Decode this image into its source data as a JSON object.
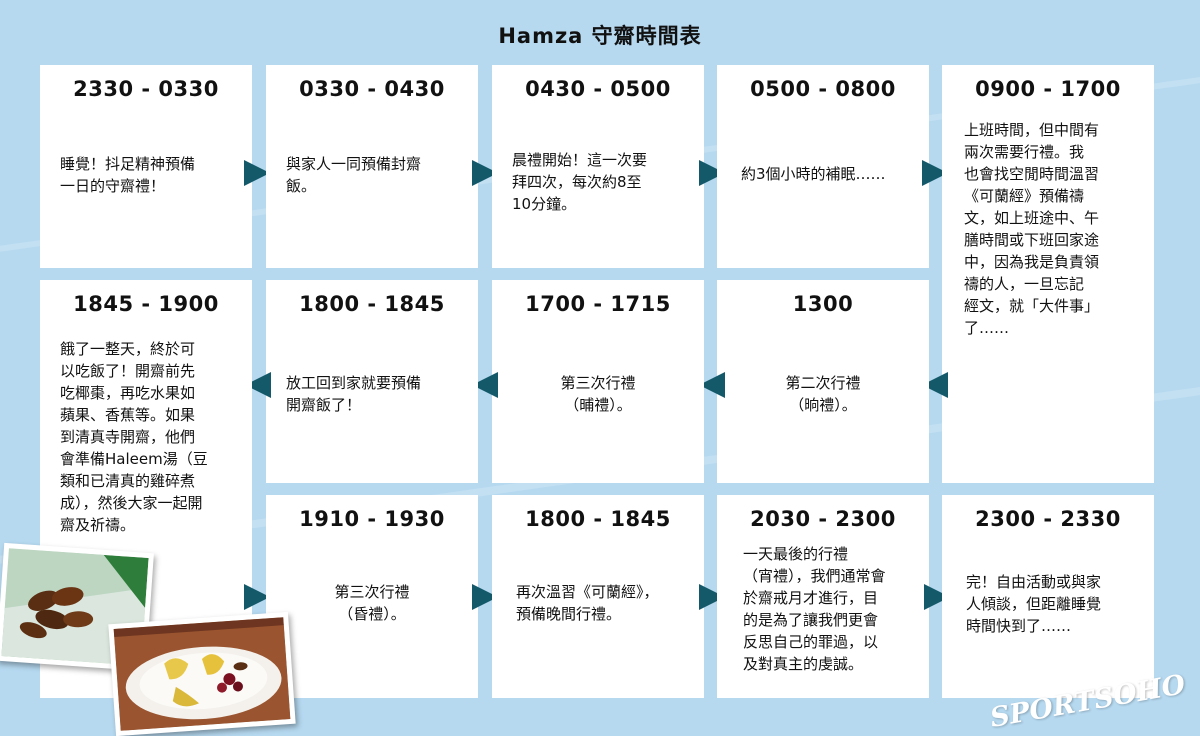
{
  "title": "Hamza 守齋時間表",
  "colors": {
    "background": "#b6d9f0",
    "card": "#ffffff",
    "arrow": "#14596a"
  },
  "cards": [
    {
      "id": "c1",
      "time": "2330 - 0330",
      "lines": [
        "睡覺！抖足精神預備",
        "一日的守齋禮！"
      ]
    },
    {
      "id": "c2",
      "time": "0330 - 0430",
      "lines": [
        "與家人一同預備封齋",
        "飯。"
      ]
    },
    {
      "id": "c3",
      "time": "0430 - 0500",
      "lines": [
        "晨禮開始！這一次要",
        "拜四次，每次約8至",
        "10分鐘。"
      ]
    },
    {
      "id": "c4",
      "time": "0500 - 0800",
      "lines": [
        "約3個小時的補眠……"
      ]
    },
    {
      "id": "c5",
      "time": "0900 - 1700",
      "lines": [
        "上班時間，但中間有",
        "兩次需要行禮。我",
        "也會找空閒時間溫習",
        "《可蘭經》預備禱",
        "文，如上班途中、午",
        "膳時間或下班回家途",
        "中，因為我是負責領",
        "禱的人，一旦忘記",
        "經文，就「大件事」",
        "了……"
      ]
    },
    {
      "id": "c6",
      "time": "1300",
      "lines": [
        "第二次行禮",
        "（晌禮）。"
      ]
    },
    {
      "id": "c7",
      "time": "1700 - 1715",
      "lines": [
        "第三次行禮",
        "（晡禮）。"
      ]
    },
    {
      "id": "c8",
      "time": "1800 - 1845",
      "lines": [
        "放工回到家就要預備",
        "開齋飯了！"
      ]
    },
    {
      "id": "c9",
      "time": "1845 - 1900",
      "lines": [
        "餓了一整天，終於可",
        "以吃飯了！開齋前先",
        "吃椰棗，再吃水果如",
        "蘋果、香蕉等。如果",
        "到清真寺開齋，他們",
        "會準備Haleem湯（豆",
        "類和已清真的雞碎煮",
        "成），然後大家一起開",
        "齋及祈禱。"
      ]
    },
    {
      "id": "c10",
      "time": "1910 - 1930",
      "lines": [
        "第三次行禮",
        "（昏禮）。"
      ]
    },
    {
      "id": "c11",
      "time": "1800 - 1845",
      "lines": [
        "再次溫習《可蘭經》，",
        "預備晚間行禮。"
      ]
    },
    {
      "id": "c12",
      "time": "2030 - 2300",
      "lines": [
        "一天最後的行禮",
        "（宵禮），我們通常會",
        "於齋戒月才進行，目",
        "的是為了讓我們更會",
        "反思自己的罪過，以",
        "及對真主的虔誠。"
      ]
    },
    {
      "id": "c13",
      "time": "2300 - 2330",
      "lines": [
        "完！自由活動或與家",
        "人傾談，但距離睡覺",
        "時間快到了……"
      ]
    }
  ],
  "photos": [
    {
      "id": "dates-photo",
      "icon": "dates-photo"
    },
    {
      "id": "fruit-photo",
      "icon": "fruit-plate-photo"
    }
  ],
  "watermark": "SPORTSOHO"
}
